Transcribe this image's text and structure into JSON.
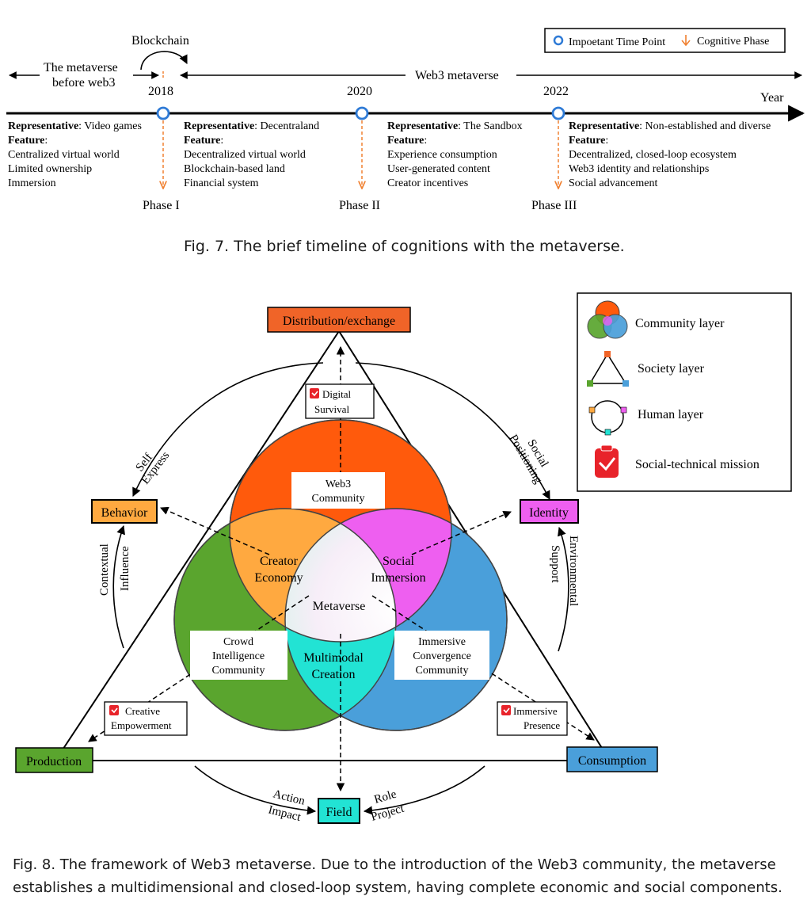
{
  "fig7": {
    "legend": {
      "time_point": "Impoetant Time Point",
      "phase": "Cognitive Phase"
    },
    "blockchain": "Blockchain",
    "before_line1": "The metaverse",
    "before_line2": "before web3",
    "web3": "Web3 metaverse",
    "year": "Year",
    "years": [
      "2018",
      "2020",
      "2022"
    ],
    "phases": [
      "Phase I",
      "Phase II",
      "Phase III"
    ],
    "rep_label": "Representative",
    "feat_label": "Feature",
    "columns": [
      {
        "rep": ": Video games",
        "items": [
          "Centralized virtual world",
          "Limited ownership",
          "Immersion"
        ]
      },
      {
        "rep": ": Decentraland",
        "items": [
          "Decentralized virtual world",
          "Blockchain-based land",
          "Financial system"
        ]
      },
      {
        "rep": ": The Sandbox",
        "items": [
          "Experience consumption",
          "User-generated content",
          "Creator incentives"
        ]
      },
      {
        "rep": ": Non-established and diverse",
        "items": [
          "Decentralized, closed-loop ecosystem",
          "Web3 identity and relationships",
          "Social advancement"
        ]
      }
    ],
    "caption": "Fig. 7.  The brief timeline of cognitions with the metaverse."
  },
  "fig8": {
    "nodes": {
      "distribution": "Distribution/exchange",
      "behavior": "Behavior",
      "identity": "Identity",
      "production": "Production",
      "consumption": "Consumption",
      "field": "Field"
    },
    "arc_labels": {
      "self": "Self",
      "express": "Express",
      "social": "Social",
      "positioning": "Positioning",
      "contextual": "Contextual",
      "influence": "Influence",
      "environmental": "Environmental",
      "support": "Support",
      "action": "Action",
      "impact": "Impact",
      "role": "Role",
      "project": "Project"
    },
    "missions": {
      "digital_1": "Digital",
      "digital_2": "Survival",
      "creative_1": "Creative",
      "creative_2": "Empowerment",
      "immersive_1": "Immersive",
      "immersive_2": "Presence"
    },
    "communities": {
      "web3_1": "Web3",
      "web3_2": "Community",
      "crowd_1": "Crowd",
      "crowd_2": "Intelligence",
      "crowd_3": "Community",
      "conv_1": "Immersive",
      "conv_2": "Convergence",
      "conv_3": "Community"
    },
    "intersections": {
      "creator_1": "Creator",
      "creator_2": "Economy",
      "social_1": "Social",
      "social_2": "Immersion",
      "multi_1": "Multimodal",
      "multi_2": "Creation",
      "center": "Metaverse"
    },
    "legend": {
      "community": "Community layer",
      "society": "Society layer",
      "human": "Human layer",
      "mission": "Social-technical mission"
    },
    "colors": {
      "orange": "#ff5a0c",
      "green": "#5aa52e",
      "blue": "#4a9fda",
      "light_orange": "#ffa940",
      "magenta": "#ee5ff0",
      "cyan": "#22e3d4",
      "mission_red": "#e8232a"
    },
    "caption_line1": "Fig. 8.  The framework of Web3 metaverse. Due to the introduction of the Web3 community, the metaverse",
    "caption_line2": "establishes a multidimensional and closed-loop system, having complete economic and social components."
  }
}
